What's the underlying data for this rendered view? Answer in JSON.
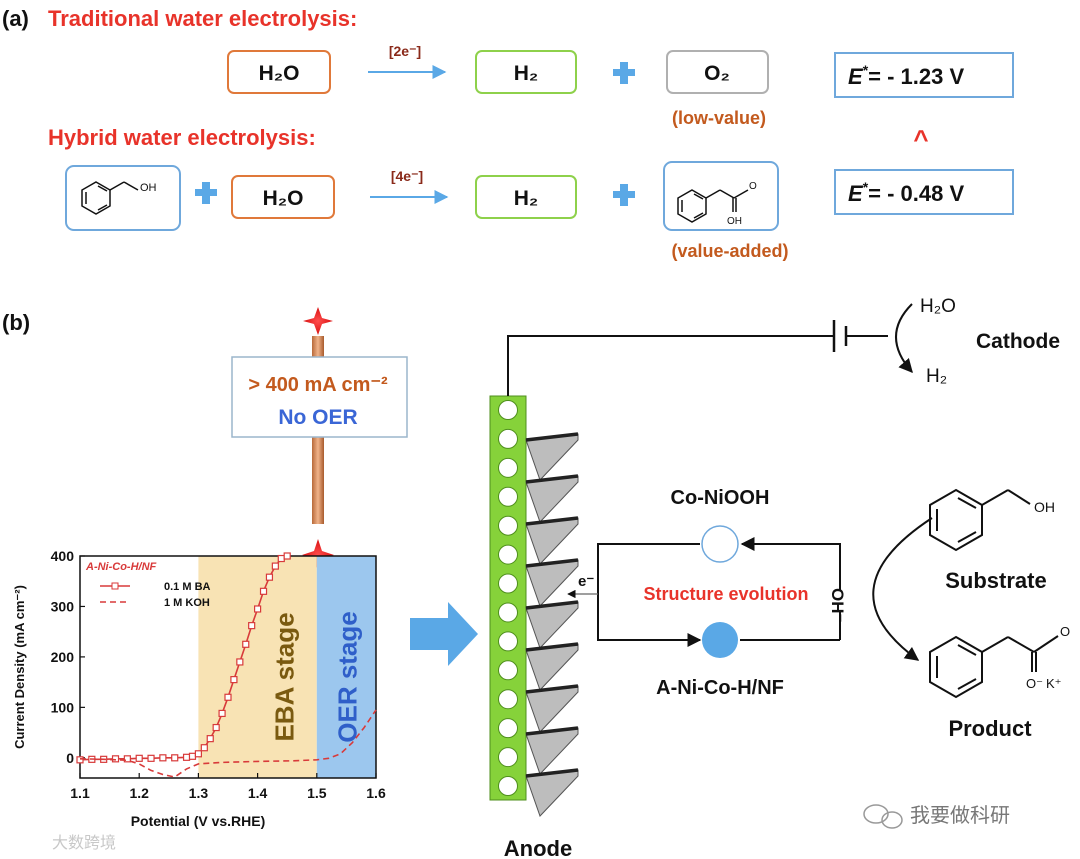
{
  "panel_a": {
    "label": "(a)",
    "traditional_title": "Traditional water electrolysis:",
    "hybrid_title": "Hybrid water electrolysis:",
    "h2o": "H₂O",
    "h2": "H₂",
    "o2": "O₂",
    "electrons_2": "[2e⁻]",
    "electrons_4": "[4e⁻]",
    "low_value": "(low-value)",
    "value_added": "(value-added)",
    "e_star_traditional": "= - 1.23  V",
    "e_star_hybrid": "= - 0.48  V",
    "e_symbol": "E",
    "star": "*",
    "comparison": "^",
    "oh_label": "OH",
    "oh_acid": "OH",
    "o_acid": "O"
  },
  "panel_b": {
    "label": "(b)",
    "callout_line1": "> 400 mA cm⁻²",
    "callout_line2": "No OER",
    "cathode_in": "H₂O",
    "cathode_out": "H₂",
    "cathode": "Cathode",
    "anode": "Anode",
    "co_niooh": "Co-NiOOH",
    "structure_evolution": "Structure evolution",
    "catalyst": "A-Ni-Co-H/NF",
    "electron": "e⁻",
    "hydroxide": "OH⁻",
    "substrate": "Substrate",
    "product": "Product",
    "substrate_oh": "OH",
    "product_o_minus": "O⁻",
    "product_k": "K⁺",
    "product_o": "O",
    "watermark_left": "大数跨境",
    "watermark_right": "我要做科研"
  },
  "chart_data": {
    "type": "line",
    "title": "A-Ni-Co-H/NF",
    "xlabel": "Potential (V vs.RHE)",
    "ylabel": "Current Density (mA cm⁻²)",
    "xlim": [
      1.1,
      1.6
    ],
    "ylim": [
      -40,
      400
    ],
    "xticks": [
      "1.1",
      "1.2",
      "1.3",
      "1.4",
      "1.5",
      "1.6"
    ],
    "yticks": [
      "0",
      "100",
      "200",
      "300",
      "400"
    ],
    "regions": [
      {
        "label": "EBA  stage",
        "x": [
          1.3,
          1.5
        ],
        "color": "#f8e3b4"
      },
      {
        "label": "OER  stage",
        "x": [
          1.5,
          1.6
        ],
        "color": "#9cc7ee"
      }
    ],
    "series": [
      {
        "name": "0.1 M BA",
        "style": "solid-square",
        "color": "#d83a3a",
        "x": [
          1.1,
          1.12,
          1.14,
          1.16,
          1.18,
          1.2,
          1.22,
          1.24,
          1.26,
          1.28,
          1.29,
          1.3,
          1.31,
          1.32,
          1.33,
          1.34,
          1.35,
          1.36,
          1.37,
          1.38,
          1.39,
          1.4,
          1.41,
          1.42,
          1.43,
          1.44,
          1.45
        ],
        "y": [
          -4,
          -3,
          -3,
          -2,
          -2,
          -1,
          -1,
          0,
          0,
          1,
          3,
          8,
          20,
          38,
          60,
          88,
          120,
          155,
          190,
          225,
          262,
          295,
          330,
          358,
          380,
          395,
          400
        ]
      },
      {
        "name": "1 M KOH",
        "style": "dashed",
        "color": "#d83a3a",
        "x": [
          1.1,
          1.14,
          1.18,
          1.2,
          1.22,
          1.24,
          1.26,
          1.28,
          1.3,
          1.34,
          1.4,
          1.46,
          1.5,
          1.52,
          1.54,
          1.56,
          1.58,
          1.6
        ],
        "y": [
          -2,
          -3,
          -5,
          -12,
          -25,
          -33,
          -38,
          -22,
          -12,
          -9,
          -7,
          -6,
          -4,
          -1,
          8,
          30,
          60,
          95
        ]
      }
    ]
  },
  "colors": {
    "red_title": "#e8332a",
    "orange_box": "#e0793a",
    "green_box": "#8ed14b",
    "gray_box": "#b0b0b0",
    "blue_box": "#6fa8dc",
    "arrow_blue": "#5aa8e6",
    "brown_text": "#c35a1e",
    "anode_green": "#86d23a"
  }
}
